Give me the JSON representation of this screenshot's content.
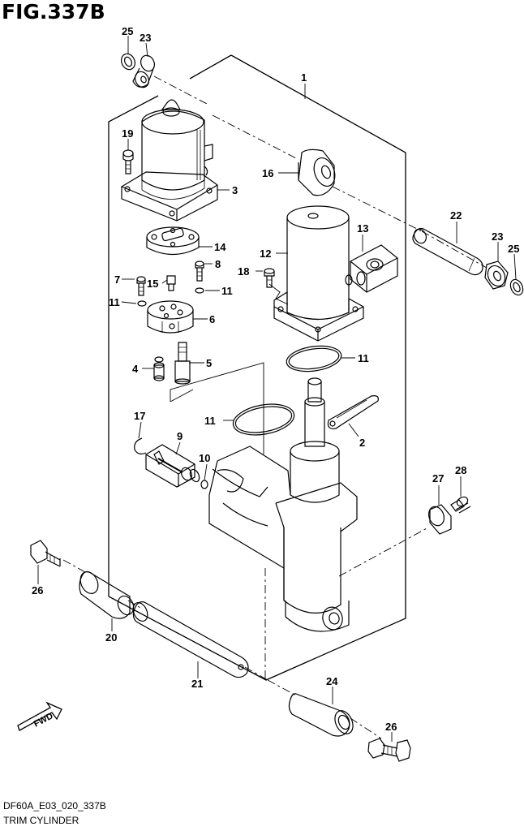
{
  "figure": {
    "title": "FIG.337B",
    "code": "DF60A_E03_020_337B",
    "name": "TRIM CYLINDER",
    "direction_label": "FWD"
  },
  "callouts": {
    "p1": "1",
    "p2": "2",
    "p3": "3",
    "p4": "4",
    "p5": "5",
    "p6": "6",
    "p7": "7",
    "p8": "8",
    "p9": "9",
    "p10": "10",
    "p11a": "11",
    "p11b": "11",
    "p11c": "11",
    "p11d": "11",
    "p12": "12",
    "p13": "13",
    "p14": "14",
    "p15": "15",
    "p16": "16",
    "p17": "17",
    "p18": "18",
    "p19": "19",
    "p20": "20",
    "p21": "21",
    "p22": "22",
    "p23a": "23",
    "p23b": "23",
    "p24": "24",
    "p25a": "25",
    "p25b": "25",
    "p26a": "26",
    "p26b": "26",
    "p27": "27",
    "p28": "28"
  }
}
